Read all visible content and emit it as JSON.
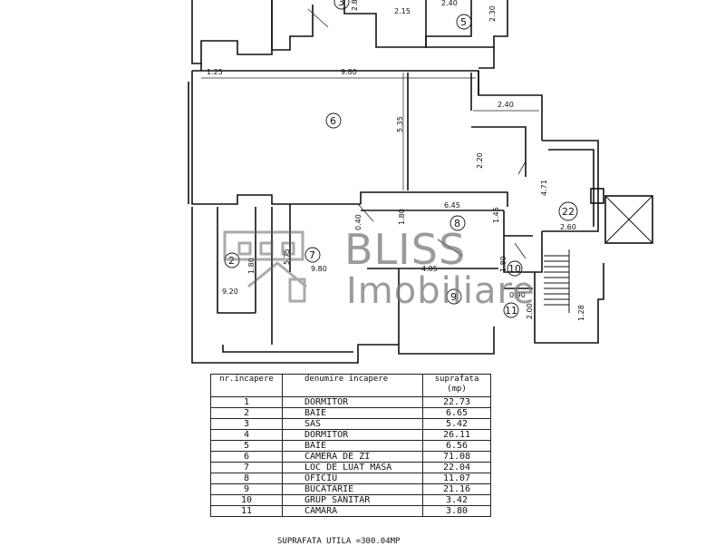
{
  "plan": {
    "dimensions": [
      "1.25",
      "9.80",
      "5.35",
      "2.40",
      "2.20",
      "4.71",
      "2.60",
      "6.45",
      "1.80",
      "1.45",
      "4.85",
      "1.80",
      "0.90",
      "2.00",
      "1.28",
      "5.75",
      "9.80",
      "1.80",
      "9.20",
      "0.40",
      "2.15",
      "2.40",
      "2.30",
      "2.80"
    ],
    "room_labels": [
      "3",
      "5",
      "6",
      "22",
      "8",
      "2",
      "7",
      "10",
      "9",
      "11"
    ]
  },
  "watermark": {
    "title": "BLISS",
    "subtitle": "Imobiliare"
  },
  "table": {
    "headers": {
      "nr": "nr.incapere",
      "name": "denumire incapere",
      "area_line1": "suprafata",
      "area_line2": "(mp)"
    },
    "rows": [
      {
        "nr": "1",
        "name": "DORMITOR",
        "area": "22.73"
      },
      {
        "nr": "2",
        "name": "BAIE",
        "area": "6.65"
      },
      {
        "nr": "3",
        "name": "SAS",
        "area": "5.42"
      },
      {
        "nr": "4",
        "name": "DORMITOR",
        "area": "26.11"
      },
      {
        "nr": "5",
        "name": "BAIE",
        "area": "6.56"
      },
      {
        "nr": "6",
        "name": "CAMERA DE ZI",
        "area": "71.08"
      },
      {
        "nr": "7",
        "name": "LOC DE LUAT MASA",
        "area": "22.04"
      },
      {
        "nr": "8",
        "name": "OFICIU",
        "area": "11.07"
      },
      {
        "nr": "9",
        "name": "BUCATARIE",
        "area": "21.16"
      },
      {
        "nr": "10",
        "name": "GRUP SANITAR",
        "area": "3.42"
      },
      {
        "nr": "11",
        "name": "CAMARA",
        "area": "3.80"
      }
    ]
  },
  "total_label": "SUPRAFATA UTILA =300.04MP"
}
